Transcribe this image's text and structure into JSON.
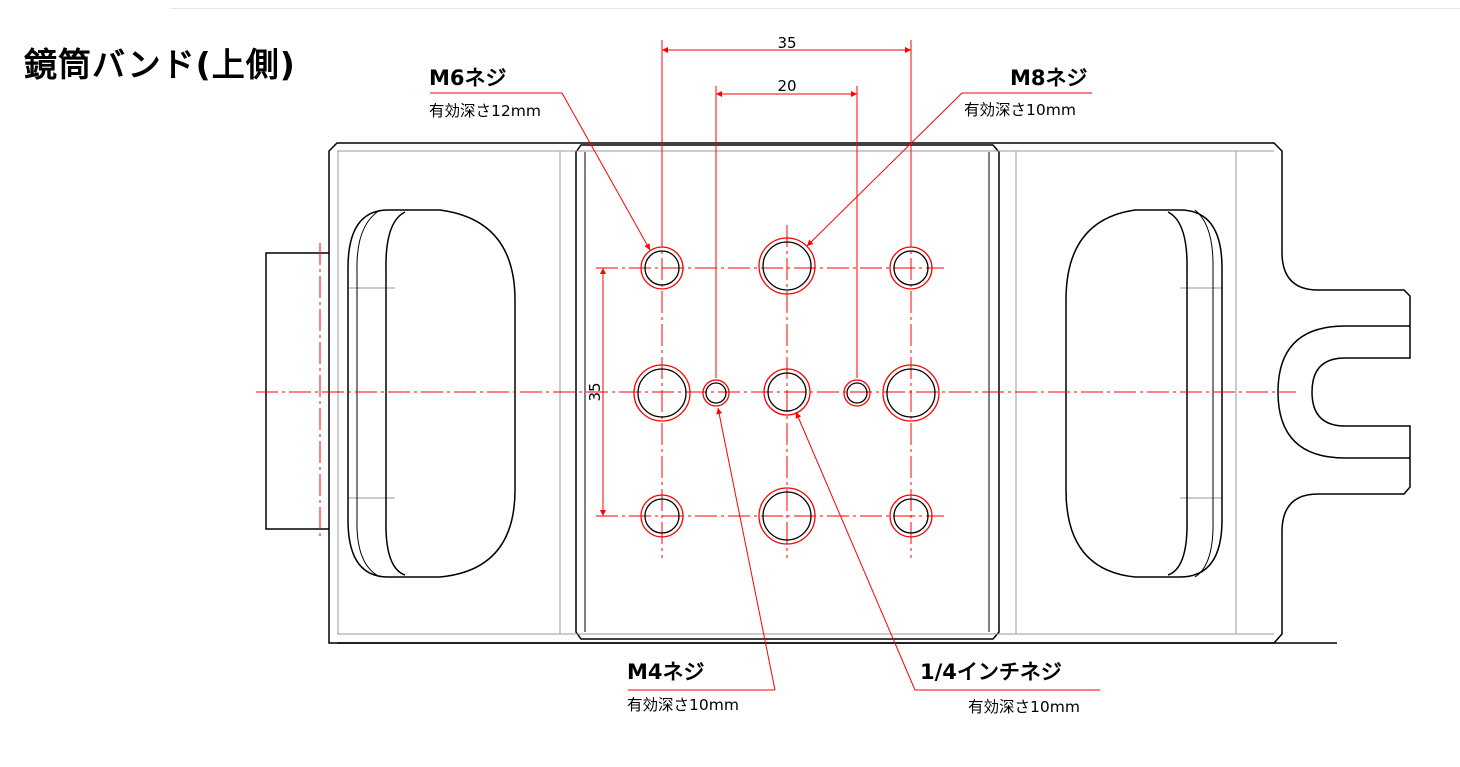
{
  "title": "鏡筒バンド(上側)",
  "dimensions": {
    "top_outer": "35",
    "top_inner": "20",
    "vertical": "35"
  },
  "callouts": {
    "m6": {
      "name": "M6ネジ",
      "depth": "有効深さ12mm"
    },
    "m8": {
      "name": "M8ネジ",
      "depth": "有効深さ10mm"
    },
    "m4": {
      "name": "M4ネジ",
      "depth": "有効深さ10mm"
    },
    "inch": {
      "name": "1/4インチネジ",
      "depth": "有効深さ10mm"
    }
  },
  "colors": {
    "outline": "#000000",
    "annotation": "#ff0000",
    "hidden": "#9a9a9a"
  }
}
